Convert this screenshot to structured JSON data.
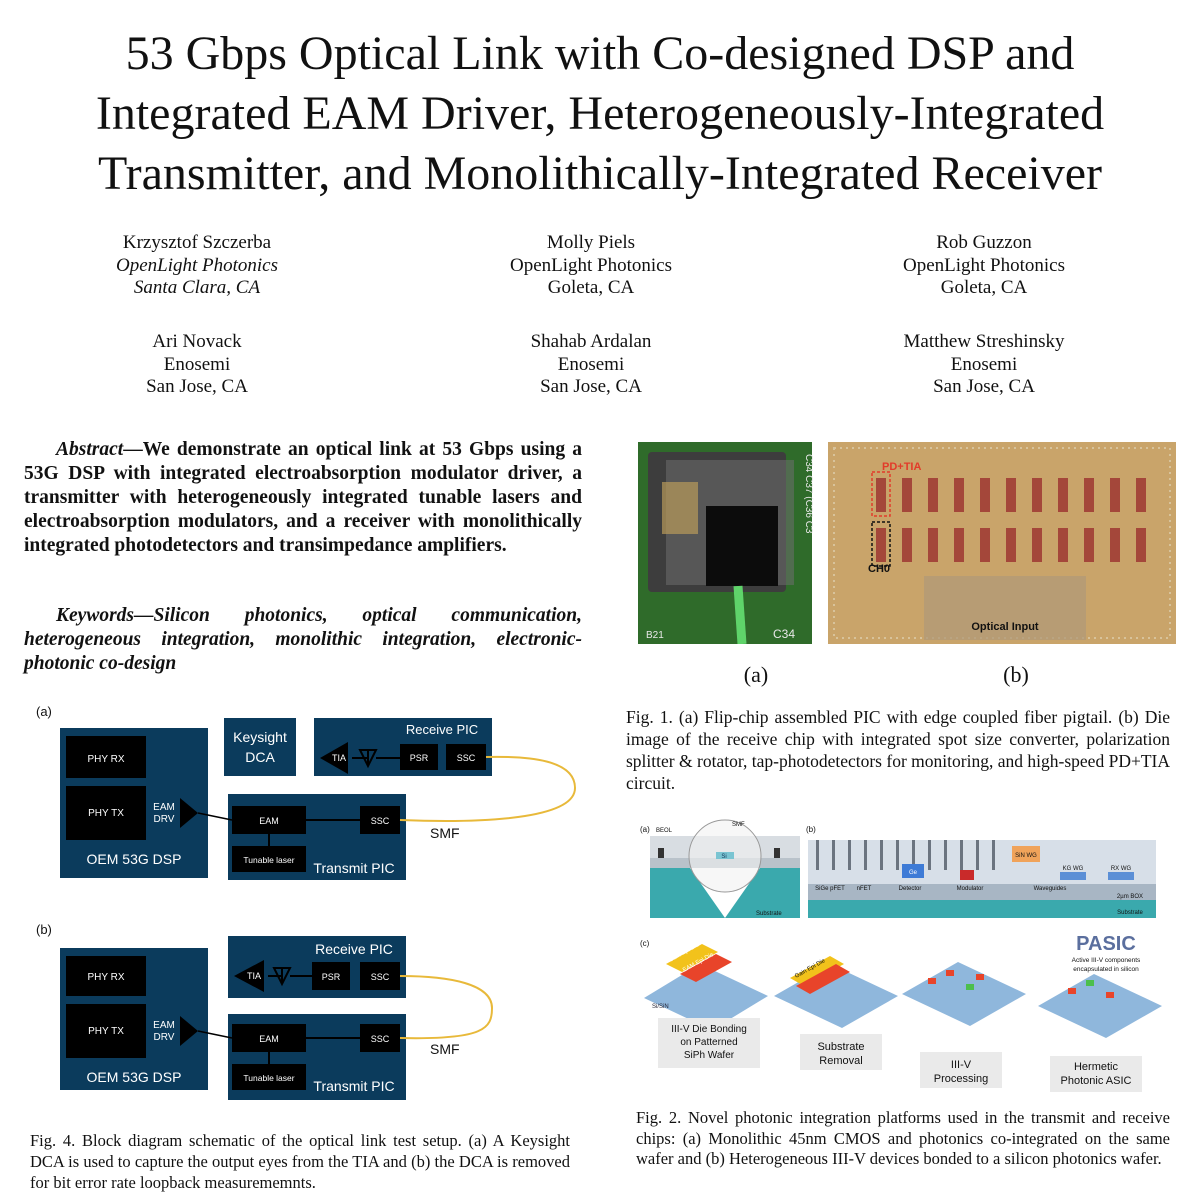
{
  "title_lines": [
    "53 Gbps Optical Link with Co-designed DSP and",
    "Integrated EAM Driver, Heterogeneously-Integrated",
    "Transmitter, and Monolithically-Integrated Receiver"
  ],
  "authors": [
    {
      "name": "Krzysztof Szczerba",
      "org": "OpenLight Photonics",
      "loc": "Santa Clara, CA"
    },
    {
      "name": "Molly Piels",
      "org": "OpenLight Photonics",
      "loc": "Goleta, CA"
    },
    {
      "name": "Rob Guzzon",
      "org": "OpenLight Photonics",
      "loc": "Goleta, CA"
    },
    {
      "name": "Ari Novack",
      "org": "Enosemi",
      "loc": "San Jose, CA"
    },
    {
      "name": "Shahab Ardalan",
      "org": "Enosemi",
      "loc": "San Jose, CA"
    },
    {
      "name": "Matthew Streshinsky",
      "org": "Enosemi",
      "loc": "San Jose, CA"
    }
  ],
  "abstract": {
    "label": "Abstract",
    "text": "We demonstrate an optical link at 53 Gbps using a 53G DSP with integrated electroabsorption modulator driver, a transmitter with heterogeneously integrated tunable lasers and electroabsorption modulators, and a receiver with monolithically integrated photodetectors and transimpedance amplifiers."
  },
  "keywords": {
    "label": "Keywords",
    "text": "Silicon photonics, optical communication, heterogeneous integration, monolithic integration, electronic-photonic co-design"
  },
  "fig4": {
    "panel_a": "(a)",
    "panel_b": "(b)",
    "phy_rx": "PHY RX",
    "phy_tx": "PHY TX",
    "eam": "EAM",
    "drv": "DRV",
    "dsp": "OEM 53G DSP",
    "keysight_1": "Keysight",
    "keysight_2": "DCA",
    "receive_pic": "Receive PIC",
    "tia": "TIA",
    "psr": "PSR",
    "ssc": "SSC",
    "tx_eam": "EAM",
    "tx_ssc": "SSC",
    "tunable_laser": "Tunable laser",
    "transmit_pic": "Transmit PIC",
    "smf": "SMF",
    "caption": "Fig. 4.  Block diagram schematic of the optical link test setup. (a) A Keysight DCA is used to capture the output eyes from the TIA and (b) the DCA is removed for bit error rate loopback measurememnts."
  },
  "fig1": {
    "chip_label": "C34",
    "chip_text_1": "C34 C37 (C36 C3",
    "chip_text_2": "B21",
    "pd_tia": "PD+TIA",
    "ch0": "CH0",
    "optical_input": "Optical Input",
    "label_a": "(a)",
    "label_b": "(b)",
    "caption": "Fig. 1.   (a) Flip-chip assembled PIC with edge coupled fiber pigtail. (b) Die image of the receive chip with integrated spot size converter, polarization splitter & rotator, tap-photodetectors for monitoring, and high-speed PD+TIA circuit."
  },
  "fig2": {
    "a": "(a)",
    "b": "(b)",
    "c": "(c)",
    "beol": "BEOL",
    "smf": "SMF",
    "si": "Si",
    "substrate": "Substrate",
    "sige_pfet": "SiGe pFET",
    "nfet": "nFET",
    "detector": "Detector",
    "ge": "Ge",
    "modulator": "Modulator",
    "waveguides": "Waveguides",
    "sin_wg": "SiN WG",
    "kg_wg": "KG WG",
    "rx_wg": "RX WG",
    "box": "2µm BOX",
    "substrate_b": "Substrate",
    "gain_epi": "Gain Epi Die",
    "eam_epi": "EAM Epi Die",
    "si_sin": "Si/SiN",
    "pasic": "PASIC",
    "pasic_note_1": "Active III-V components",
    "pasic_note_2": "encapsulated in silicon",
    "step1_l1": "III-V Die Bonding",
    "step1_l2": "on Patterned",
    "step1_l3": "SiPh Wafer",
    "step2_l1": "Substrate",
    "step2_l2": "Removal",
    "step3_l1": "III-V",
    "step3_l2": "Processing",
    "step4_l1": "Hermetic",
    "step4_l2": "Photonic ASIC",
    "caption": "Fig. 2.   Novel photonic integration platforms used in the transmit and receive chips: (a) Monolithic 45nm CMOS and photonics co-integrated on the same wafer and (b) Heterogeneous III-V devices bonded to a silicon photonics wafer."
  },
  "colors": {
    "block_fill": "#0b3b5c",
    "fiber": "#e8b93a",
    "chip_pcb": "#2f6b2a",
    "die": "#c9a46a"
  }
}
